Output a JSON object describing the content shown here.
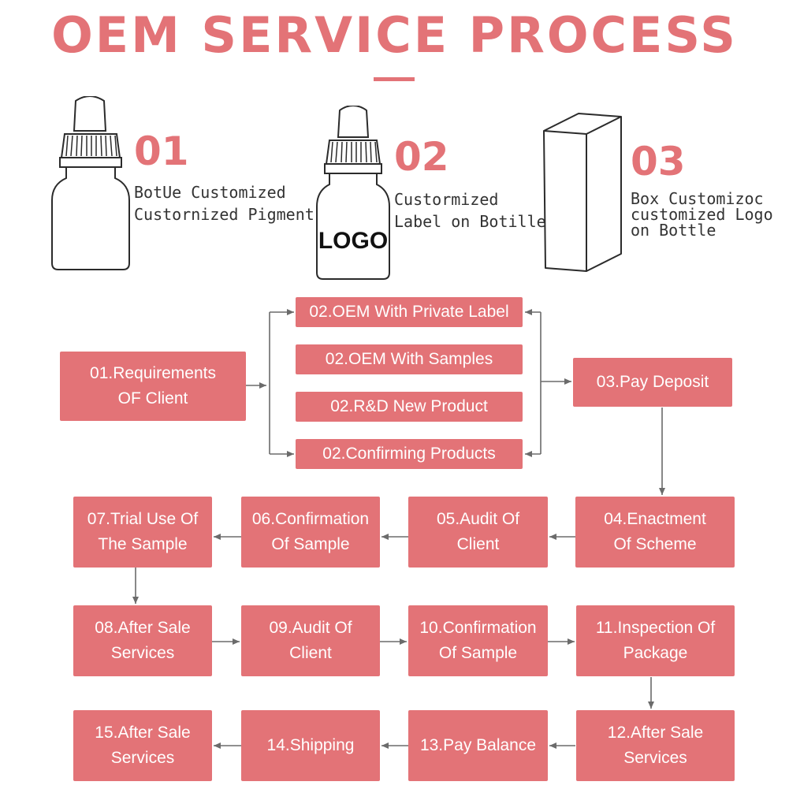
{
  "header": {
    "title": "OEM SERVICE PROCESS"
  },
  "products": [
    {
      "number": "01",
      "caption_line1": "BotUe Customized",
      "caption_line2": "Custornized Pigment"
    },
    {
      "number": "02",
      "caption_line1": "Custormized",
      "caption_line2": "Label on Botille",
      "bottle_label": "LOGO"
    },
    {
      "number": "03",
      "caption_line1": "Box Customizoc",
      "caption_line2": "customized Logo",
      "caption_line3": "on Bottle"
    }
  ],
  "steps": {
    "s01": {
      "line1": "01.Requirements",
      "line2": "OF Client"
    },
    "s02a": {
      "line1": "02.OEM With Private Label"
    },
    "s02b": {
      "line1": "02.OEM With Samples"
    },
    "s02c": {
      "line1": "02.R&D New Product"
    },
    "s02d": {
      "line1": "02.Confirming Products"
    },
    "s03": {
      "line1": "03.Pay Deposit"
    },
    "s04": {
      "line1": "04.Enactment",
      "line2": "Of Scheme"
    },
    "s05": {
      "line1": "05.Audit Of",
      "line2": "Client"
    },
    "s06": {
      "line1": "06.Confirmation",
      "line2": "Of Sample"
    },
    "s07": {
      "line1": "07.Trial Use Of",
      "line2": "The Sample"
    },
    "s08": {
      "line1": "08.After Sale",
      "line2": "Services"
    },
    "s09": {
      "line1": "09.Audit Of",
      "line2": "Client"
    },
    "s10": {
      "line1": "10.Confirmation",
      "line2": "Of Sample"
    },
    "s11": {
      "line1": "11.Inspection Of",
      "line2": "Package"
    },
    "s12": {
      "line1": "12.After Sale",
      "line2": "Services"
    },
    "s13": {
      "line1": "13.Pay Balance"
    },
    "s14": {
      "line1": "14.Shipping"
    },
    "s15": {
      "line1": "15.After Sale",
      "line2": "Services"
    }
  },
  "colors": {
    "accent": "#e37377",
    "connector": "#6b6b6b",
    "text": "#333333"
  }
}
